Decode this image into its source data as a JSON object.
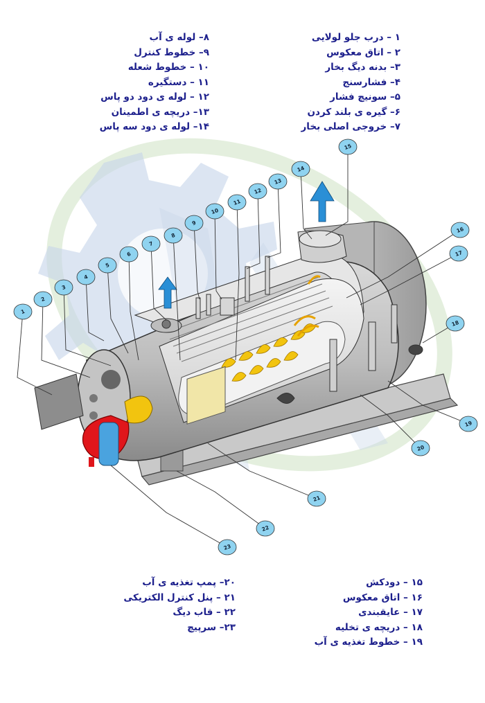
{
  "legend_top_right": [
    "۱ – درب جلو لولایی",
    "۲ – اتاق معکوس",
    "۳– بدنه دیگ بخار",
    "۴– فشارسنج",
    "۵– سونیچ فشار",
    "۶– گیره ی بلند کردن",
    "۷– خروجی اصلی بخار"
  ],
  "legend_top_left": [
    "۸– لوله ی آب",
    "۹– خطوط کنترل",
    "۱۰ – خطوط شعله",
    "۱۱ – دستگیره",
    "۱۲ – لوله ی دود دو پاس",
    "۱۳– دریچه ی اطمینان",
    "۱۴– لوله ی دود سه پاس"
  ],
  "legend_bottom_right": [
    "۱۵ – دودکش",
    "۱۶ – اتاق معکوس",
    "۱۷ – عایقبندی",
    "۱۸ – دریچه ی تخلیه",
    "۱۹ – خطوط تغذیه ی آب"
  ],
  "legend_bottom_left": [
    "۲۰– پمپ تغذیه ی آب",
    "۲۱ – پنل کنترل الکتریکی",
    "۲۲ – قاب دیگ",
    "۲۳– سرپیچ"
  ],
  "callouts": [
    "1",
    "2",
    "3",
    "4",
    "5",
    "6",
    "7",
    "8",
    "9",
    "10",
    "11",
    "12",
    "13",
    "14",
    "15",
    "16",
    "17",
    "18",
    "19",
    "20",
    "21",
    "22",
    "23"
  ],
  "colors": {
    "legend_text": "#1c1f8c",
    "callout_fill": "#8fd3f0",
    "arrow_blue": "#2a8fd6",
    "burner_red": "#e0161b",
    "burner_yellow": "#f2c40f",
    "shell_gray": "#bdbdbd",
    "watermark_green": "#cfe3c4",
    "watermark_blue": "#9db6d8"
  },
  "icons": [
    "steam-arrow-icon",
    "flame-icon",
    "burner-fan-icon"
  ]
}
